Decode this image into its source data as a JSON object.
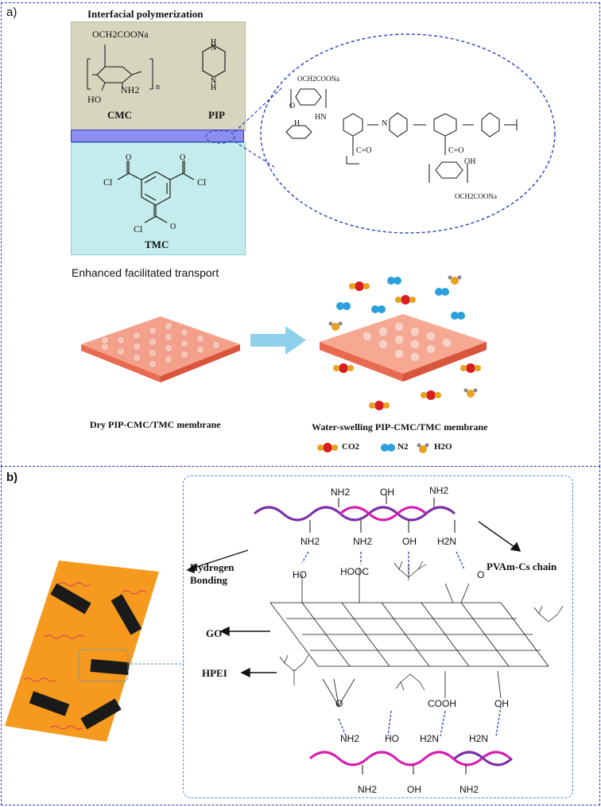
{
  "panel_a": {
    "tag": "a)",
    "ip_title": "Interfacial polymerization",
    "cmc_substituent": "OCH2COONa",
    "cmc_ho": "HO",
    "cmc_nh2": "NH2",
    "cmc_n": "n",
    "cmc_label": "CMC",
    "pip_label": "PIP",
    "tmc_label": "TMC",
    "cl1": "Cl",
    "cl2": "Cl",
    "cl3": "Cl",
    "zoom": {
      "top_sub": "OCH2COONa",
      "bottom_sub": "OCH2COONa",
      "hn": "HN",
      "nh_small": "HN",
      "o_small": "O",
      "c_eq_o_1": "C=O",
      "c_eq_o_2": "C=O",
      "n_label": "N",
      "h_label": "H",
      "o_label": "O",
      "oh_label": "OH"
    },
    "transport_title": "Enhanced facilitated transport",
    "dry_label": "Dry PIP-CMC/TMC membrane",
    "wet_label": "Water-swelling PIP-CMC/TMC membrane",
    "legend": [
      {
        "label": "CO2",
        "color": "#d81e1e"
      },
      {
        "label": "N2",
        "color": "#2aa0dc"
      },
      {
        "label": "H2O",
        "color": "#e8a21c"
      }
    ]
  },
  "panel_b": {
    "tag": "b)",
    "top_groups": [
      "NH2",
      "OH",
      "NH2"
    ],
    "top_bonded": [
      "NH2",
      "NH2",
      "OH",
      "H2N"
    ],
    "mid_groups": [
      "HO",
      "HOOC",
      "O"
    ],
    "bottom_groups_gO": [
      "O",
      "COOH",
      "OH"
    ],
    "bottom_bonded": [
      "NH2",
      "HO",
      "H2N",
      "H2N"
    ],
    "bottom_chain_groups": [
      "NH2",
      "OH",
      "NH2"
    ],
    "labels": {
      "hb1": "Hydrogen",
      "hb2": "Bonding",
      "go": "GO",
      "hpei": "HPEI",
      "pvam": "PVAm-Cs chain"
    }
  },
  "colors": {
    "dashed_border": "#2b3fb8",
    "inset_border": "#4a90c8",
    "aqueous": "#d8d5bf",
    "interface": "#8d8ff0",
    "organic": "#c5ecec",
    "orange_sheet": "#f59a1e",
    "arrow_blue": "#8fd1ec"
  }
}
